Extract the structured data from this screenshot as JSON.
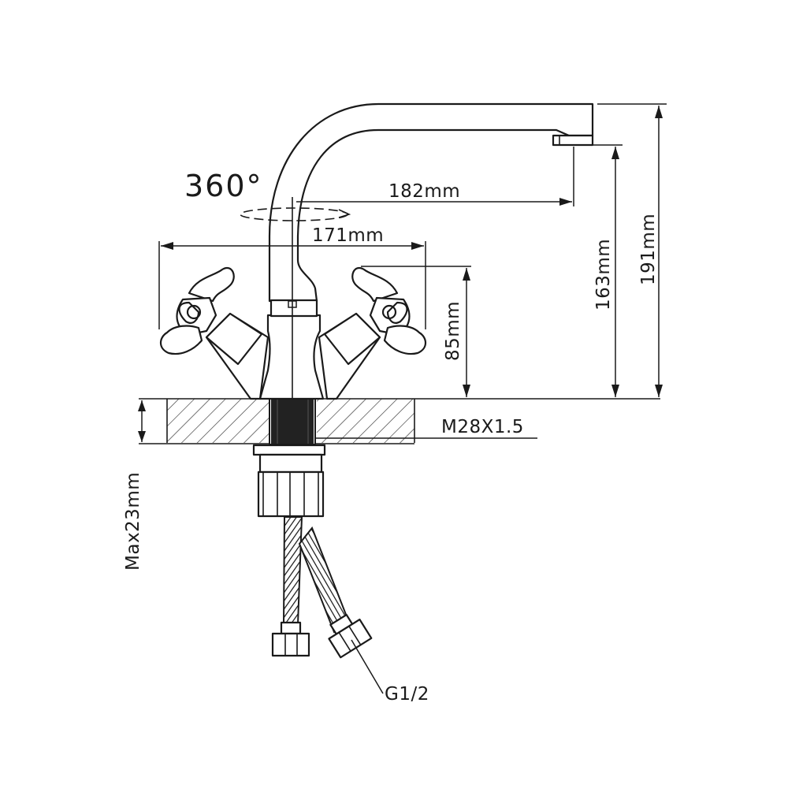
{
  "diagram": {
    "rotation_label": "360°",
    "dimensions": {
      "spout_reach": "182mm",
      "handle_span": "171mm",
      "body_height": "85mm",
      "outlet_height": "163mm",
      "total_height": "191mm",
      "thread_spec": "M28X1.5",
      "max_thickness": "Max23mm",
      "hose_connection": "G1/2"
    },
    "colors": {
      "line": "#1a1a1a",
      "background": "#ffffff",
      "thread_fill": "#222222"
    }
  }
}
